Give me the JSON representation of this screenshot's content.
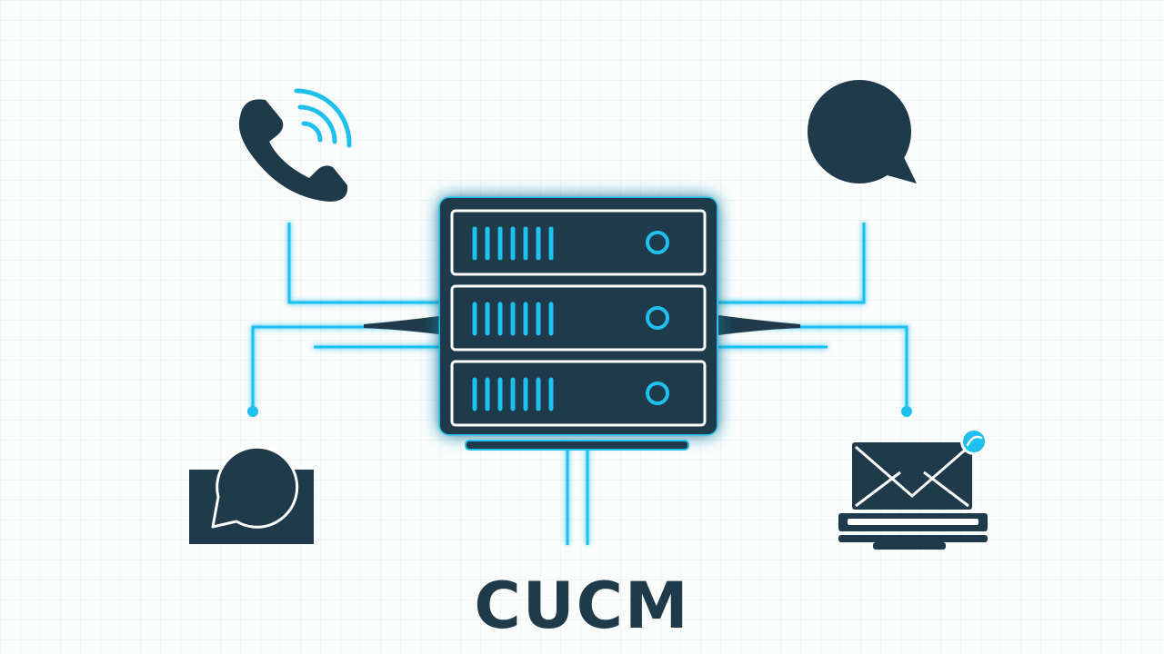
{
  "diagram": {
    "label": "CUCM",
    "colors": {
      "primary": "#1e3a4b",
      "accent": "#1ec0ee",
      "background": "#fbfcfc"
    },
    "server": {
      "icon": "server-rack-icon",
      "units": 3
    },
    "nodes": [
      {
        "id": "voice",
        "icon": "phone-with-signal-icon"
      },
      {
        "id": "chat",
        "icon": "speech-bubble-icon"
      },
      {
        "id": "messaging",
        "icon": "chat-message-window-icon"
      },
      {
        "id": "email",
        "icon": "envelope-on-device-icon"
      }
    ]
  }
}
